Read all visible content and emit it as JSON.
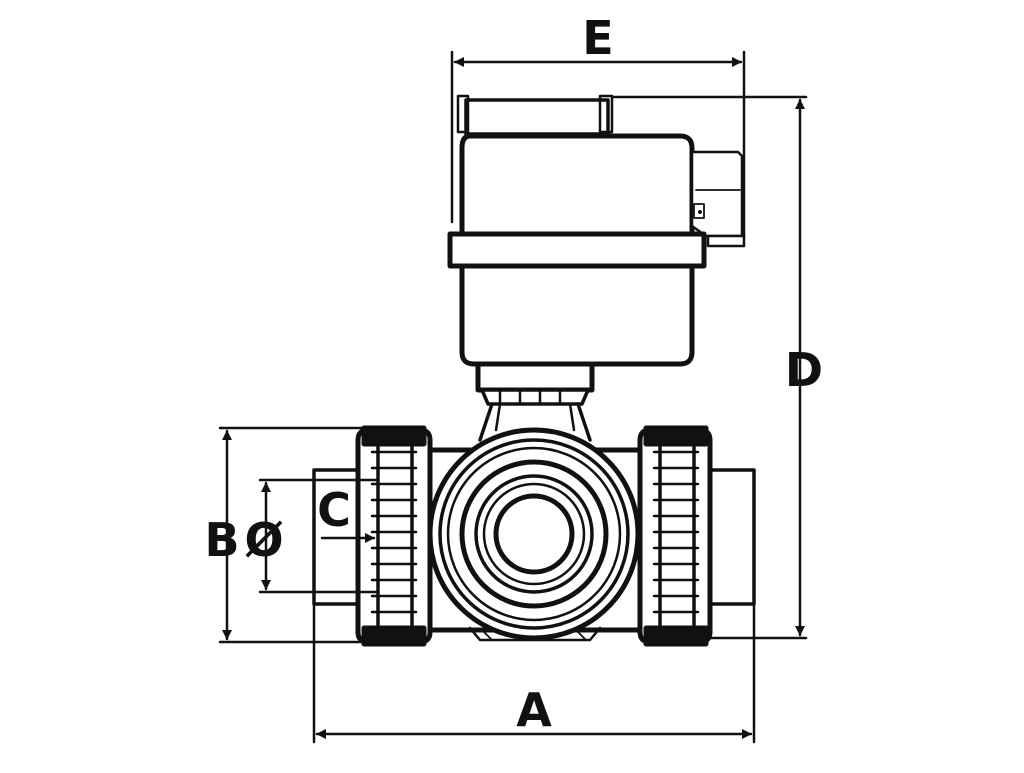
{
  "drawing": {
    "subject": "motorized-3-way-ball-valve",
    "line_color": "#111111",
    "background_color": "#ffffff"
  },
  "dimensions": {
    "A": {
      "label": "A"
    },
    "B": {
      "label": "B"
    },
    "C": {
      "label": "C"
    },
    "D": {
      "label": "D"
    },
    "E": {
      "label": "E"
    },
    "diameter": {
      "label": "Ø"
    }
  }
}
